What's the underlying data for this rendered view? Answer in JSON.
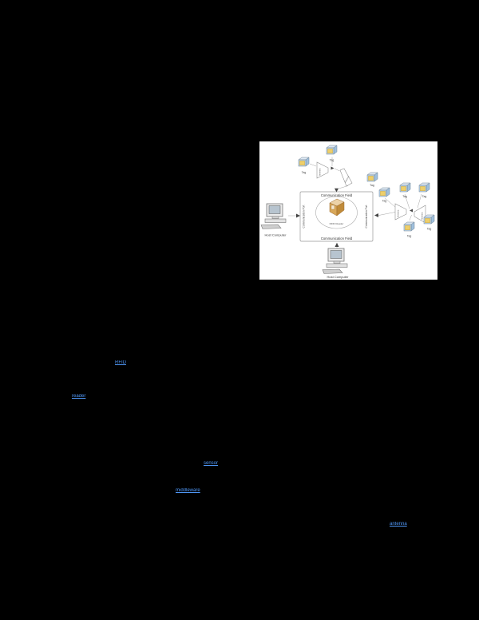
{
  "page": {
    "background_color": "#000000",
    "note": "PDF page rendered with black background; body text invisible, only figure and hyperlinks visible"
  },
  "figure": {
    "background_color": "#ffffff",
    "labels": {
      "communication_field_top": "Communication Field",
      "communication_field_bottom": "Communication Field",
      "communication_port_left": "Communication Port",
      "communication_port_right": "Communication Port",
      "rfid_reader": "RFID Reader",
      "tag": "Tag",
      "antenna": "Antenna",
      "host_computer_left": "Host Computer",
      "host_computer_bottom": "Host Computer"
    }
  },
  "links": {
    "link_1": {
      "text": "RFID"
    },
    "link_2": {
      "text": "reader"
    },
    "link_3": {
      "text": "sensor"
    },
    "link_4": {
      "text": "middleware"
    },
    "link_5": {
      "text": "antenna"
    }
  },
  "colors": {
    "link_blue": "#4f97f6",
    "tag_yellow": "#eecf6a",
    "tag_side_blue": "#9fc0dd",
    "reader_tan": "#d8a759",
    "diagram_line": "#999999"
  }
}
